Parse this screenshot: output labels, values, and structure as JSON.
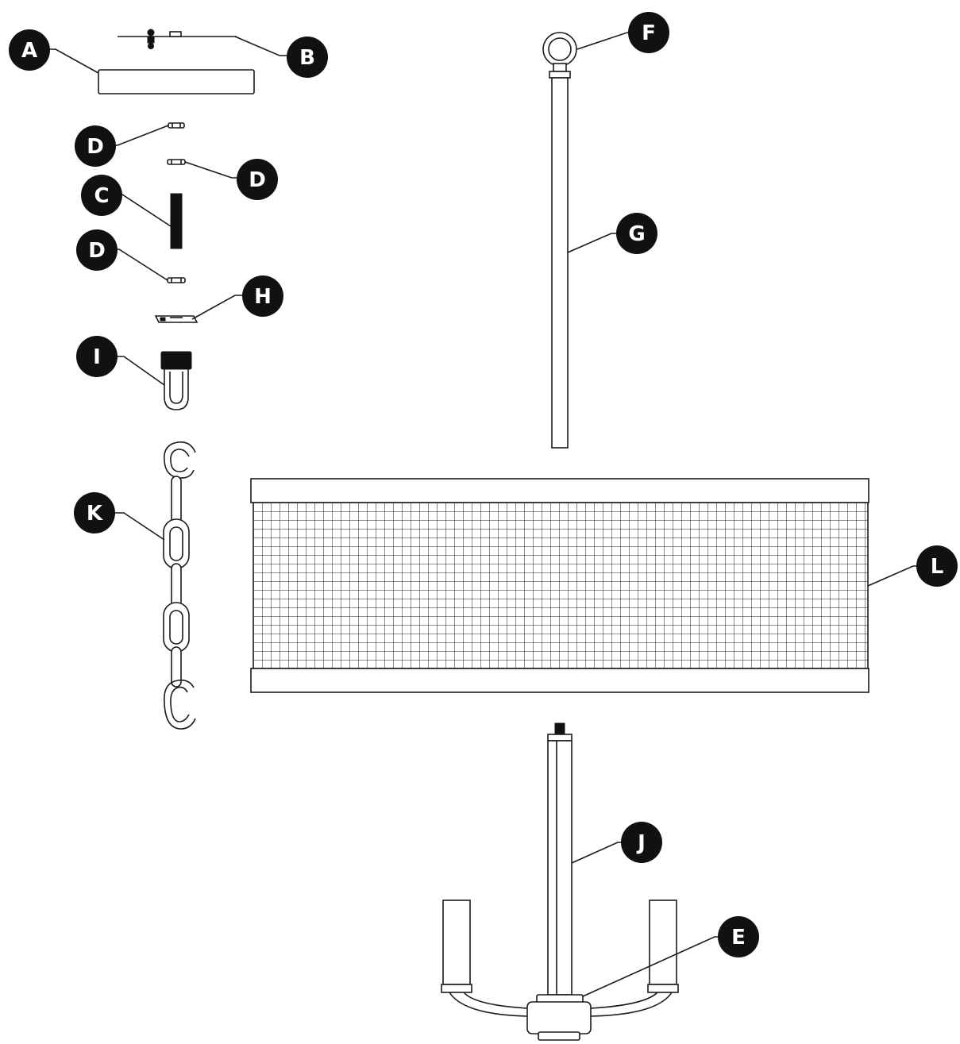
{
  "diagram": {
    "colors": {
      "ink": "#1a1a1a",
      "callout_fill": "#111111",
      "callout_text": "#ffffff",
      "background": "#ffffff"
    },
    "callouts": {
      "A": "A",
      "B": "B",
      "C": "C",
      "D1": "D",
      "D2": "D",
      "D3": "D",
      "E": "E",
      "F": "F",
      "G": "G",
      "H": "H",
      "I": "I",
      "J": "J",
      "K": "K",
      "L": "L"
    }
  }
}
